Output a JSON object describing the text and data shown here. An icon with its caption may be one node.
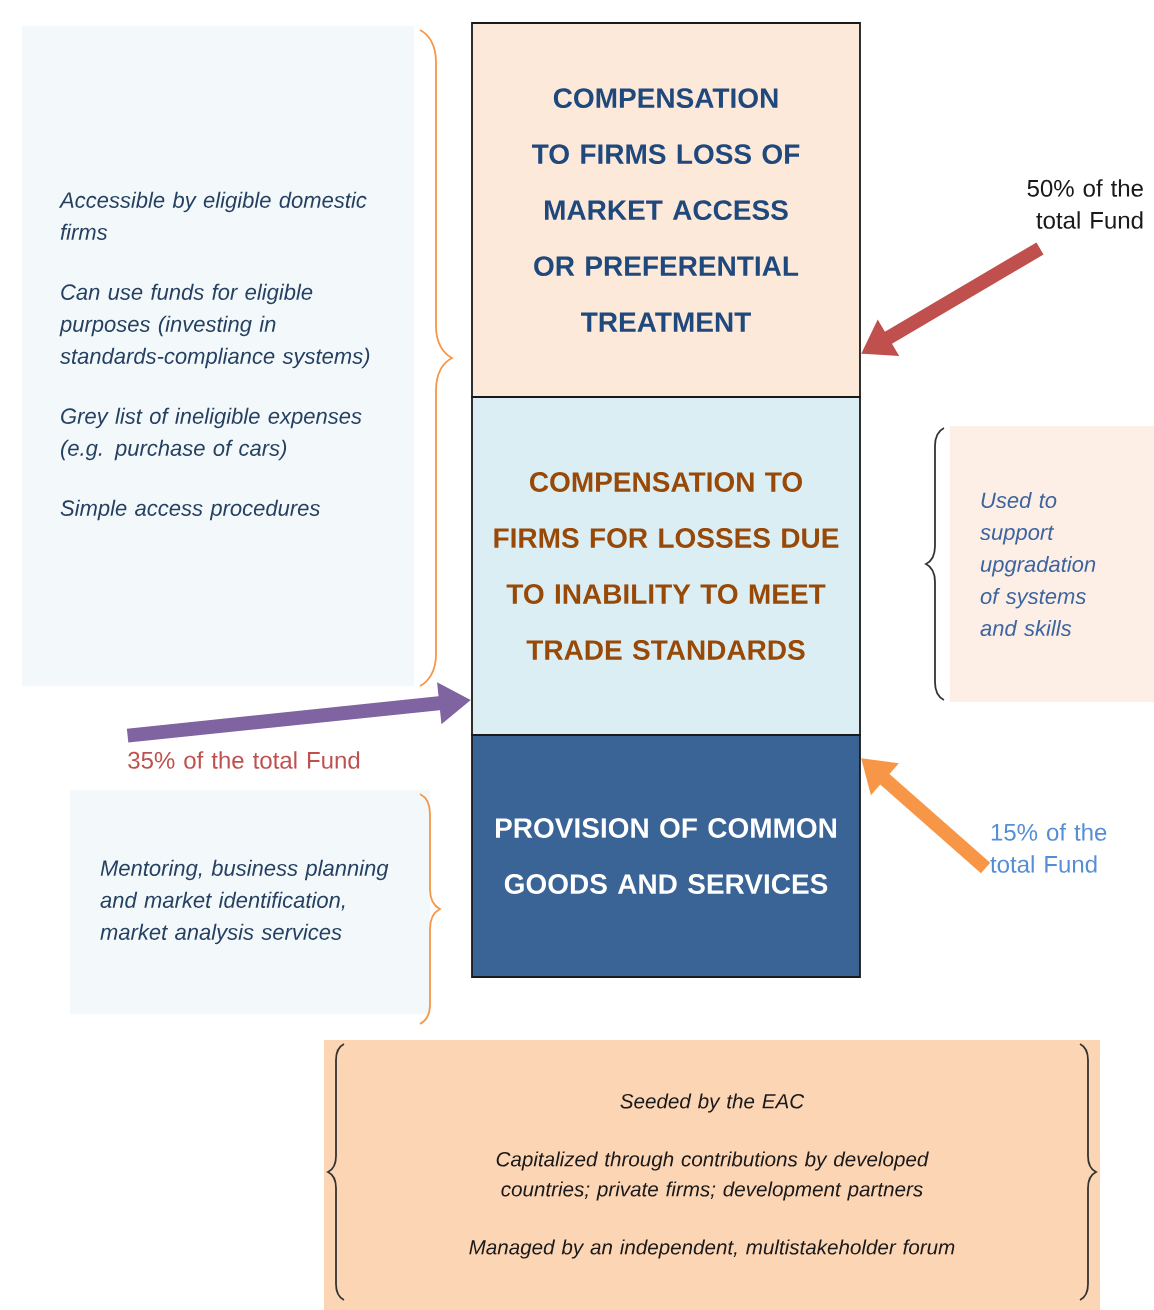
{
  "diagram": {
    "nodes": [
      {
        "text": [
          "COMPENSATION TO FIRMS LOSS OF MARKET ACCESS OR PREFERENTIAL TREATMENT"
        ]
      },
      {
        "text": [
          "COMPENSATION TO FIRMS FOR LOSSES DUE TO INABILITY TO MEET TRADE STANDARDS"
        ]
      },
      {
        "text": [
          "PROVISION OF COMMON GOODS AND SERVICES"
        ]
      },
      {
        "text": [
          "Accessible by eligible domestic firms",
          "Can use funds for eligible purposes (investing in standards-compliance systems)",
          "Grey list of ineligible expenses (e.g. purchase of cars)",
          "Simple access procedures"
        ]
      },
      {
        "text": [
          "Used to support upgradation of systems and skills"
        ]
      },
      {
        "text": [
          "Mentoring, business planning and market identification, market analysis services"
        ]
      },
      {
        "text": [
          "Seeded by the EAC",
          "Capitalized through contributions by developed countries; private firms; development partners",
          "Managed by an independent, multistakeholder forum"
        ]
      },
      {
        "text": [
          "50% of the total Fund"
        ]
      },
      {
        "text": [
          "35% of the total Fund"
        ]
      },
      {
        "text": [
          "15% of the total Fund"
        ]
      }
    ],
    "edges": [
      {
        "from": 7,
        "to": 0,
        "arrow": "to",
        "color": "#c0504d"
      },
      {
        "from": 8,
        "to": 1,
        "arrow": "to",
        "color": "#8064a2"
      },
      {
        "from": 9,
        "to": 2,
        "arrow": "to",
        "color": "#f79646"
      }
    ]
  }
}
